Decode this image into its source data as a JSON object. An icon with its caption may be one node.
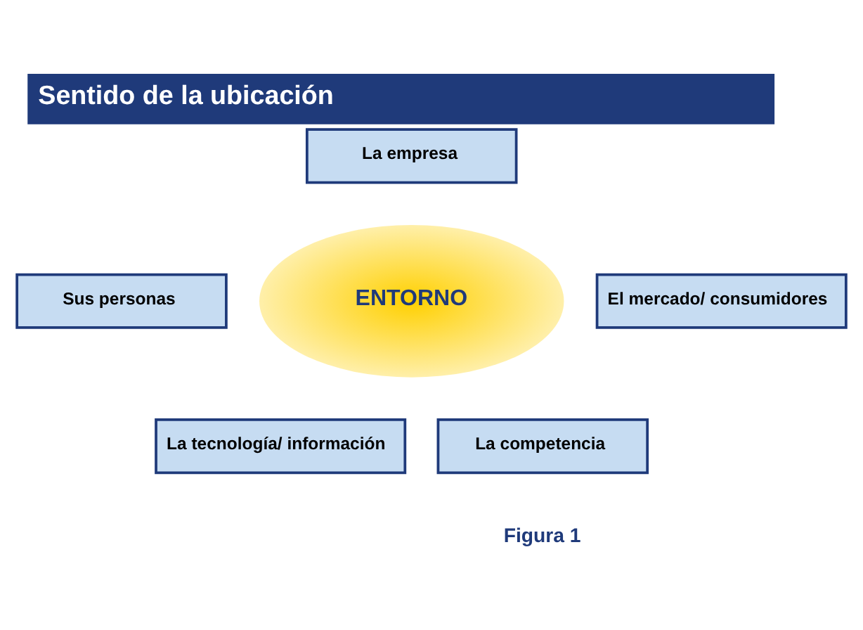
{
  "diagram": {
    "title": "Sentido de la ubicación",
    "caption": "Figura 1",
    "nodes": [
      {
        "text": [
          "La empresa"
        ]
      },
      {
        "text": [
          "Sus personas"
        ]
      },
      {
        "text": [
          "ENTORNO"
        ]
      },
      {
        "text": [
          "El mercado/ consumidores"
        ]
      },
      {
        "text": [
          "La tecnología/ información"
        ]
      },
      {
        "text": [
          "La competencia"
        ]
      }
    ]
  }
}
